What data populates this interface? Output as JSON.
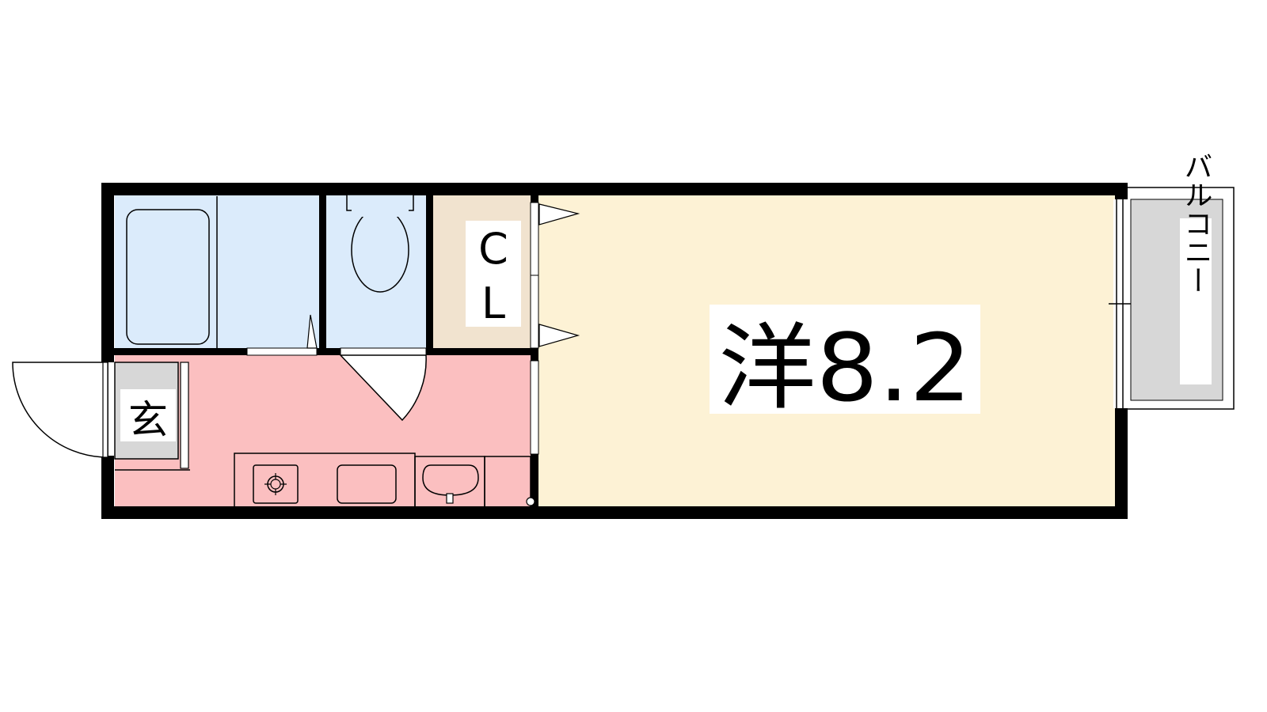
{
  "floor_plan": {
    "main_room": {
      "label": "洋8.2",
      "color": "#fdf2d5"
    },
    "closet": {
      "label_top": "C",
      "label_bottom": "L",
      "color": "#f1e3cf"
    },
    "entrance": {
      "label": "玄",
      "color": "#d7d7d7"
    },
    "balcony": {
      "label": "バルコニー",
      "color": "#d7d7d7"
    },
    "bathroom": {
      "color": "#dbebfb"
    },
    "toilet": {
      "color": "#dbebfb"
    },
    "kitchen": {
      "color": "#fbbfc0"
    },
    "wall_color": "#000000"
  }
}
